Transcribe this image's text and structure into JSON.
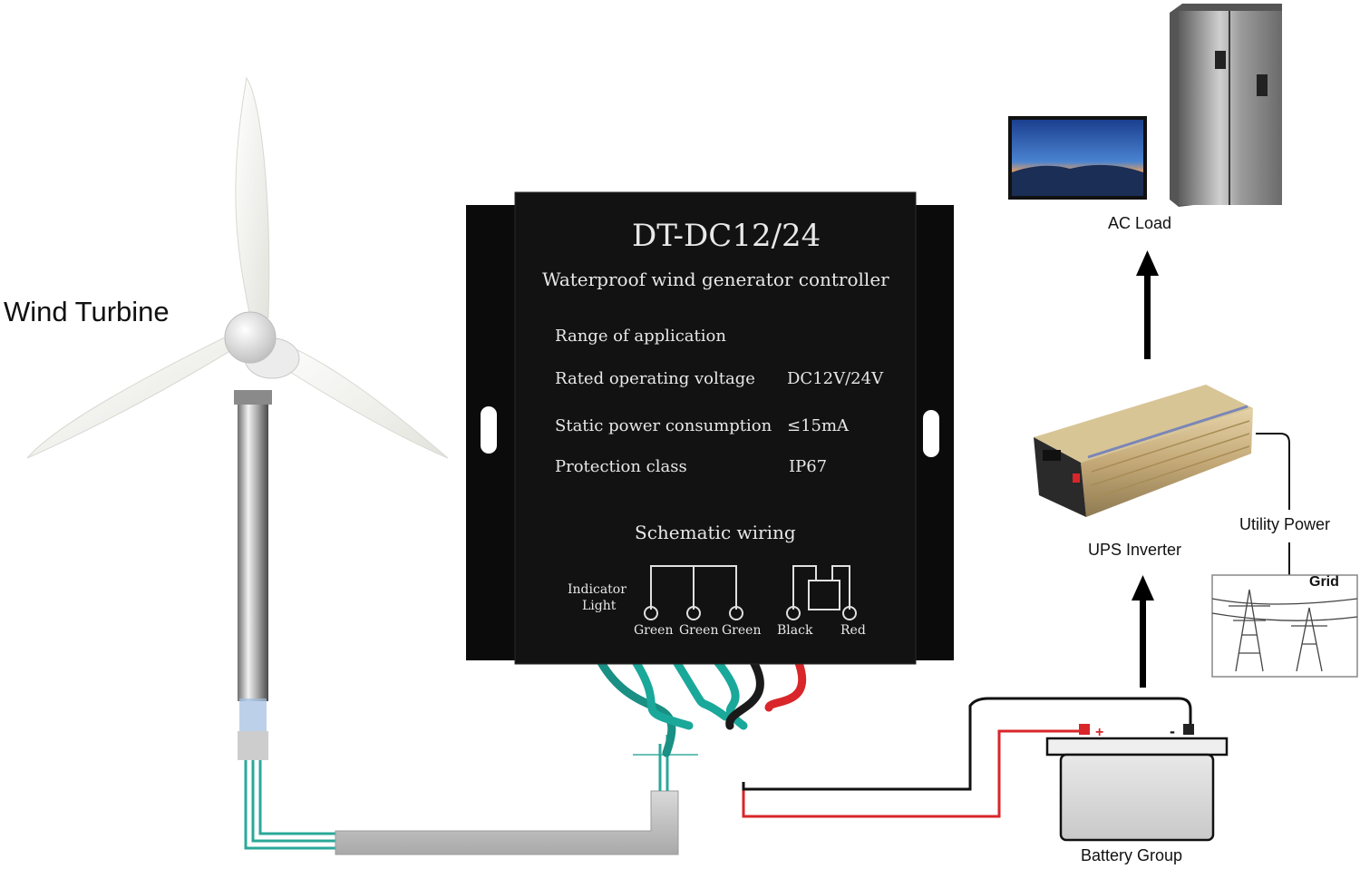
{
  "labels": {
    "wind_turbine": "Wind Turbine",
    "ac_load": "AC Load",
    "ups_inverter": "UPS Inverter",
    "utility_power": "Utility Power",
    "grid": "Grid",
    "battery_group": "Battery Group"
  },
  "controller": {
    "model": "DT-DC12/24",
    "subtitle": "Waterproof wind generator controller",
    "spec_heading": "Range of application",
    "specs": [
      {
        "label": "Rated operating voltage",
        "value": "DC12V/24V"
      },
      {
        "label": "Static power consumption",
        "value": "≤15mA"
      },
      {
        "label": "Protection class",
        "value": "IP67"
      }
    ],
    "schematic_title": "Schematic wiring",
    "indicator_label_1": "Indicator",
    "indicator_label_2": "Light",
    "terminals": [
      "Green",
      "Green",
      "Green",
      "Black",
      "Red"
    ]
  },
  "colors": {
    "controller_body": "#0b0b0b",
    "wire_green": "#1aa89a",
    "wire_red": "#d9262a",
    "wire_black": "#111111",
    "pipe": "#c8c8c8"
  }
}
